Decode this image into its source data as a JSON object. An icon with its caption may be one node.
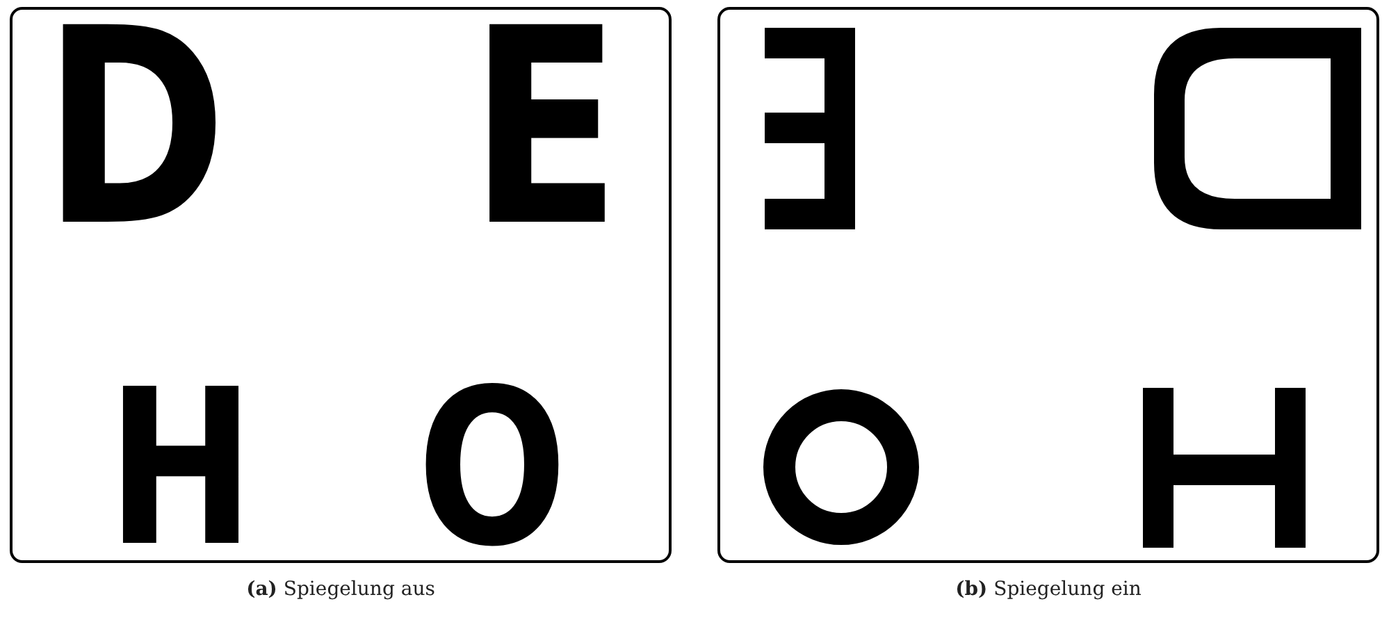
{
  "diagram": {
    "labels": [
      "D",
      "E",
      "H",
      "O",
      "**(a)** Spiegelung aus",
      "**(b)** Spiegelung ein"
    ]
  }
}
